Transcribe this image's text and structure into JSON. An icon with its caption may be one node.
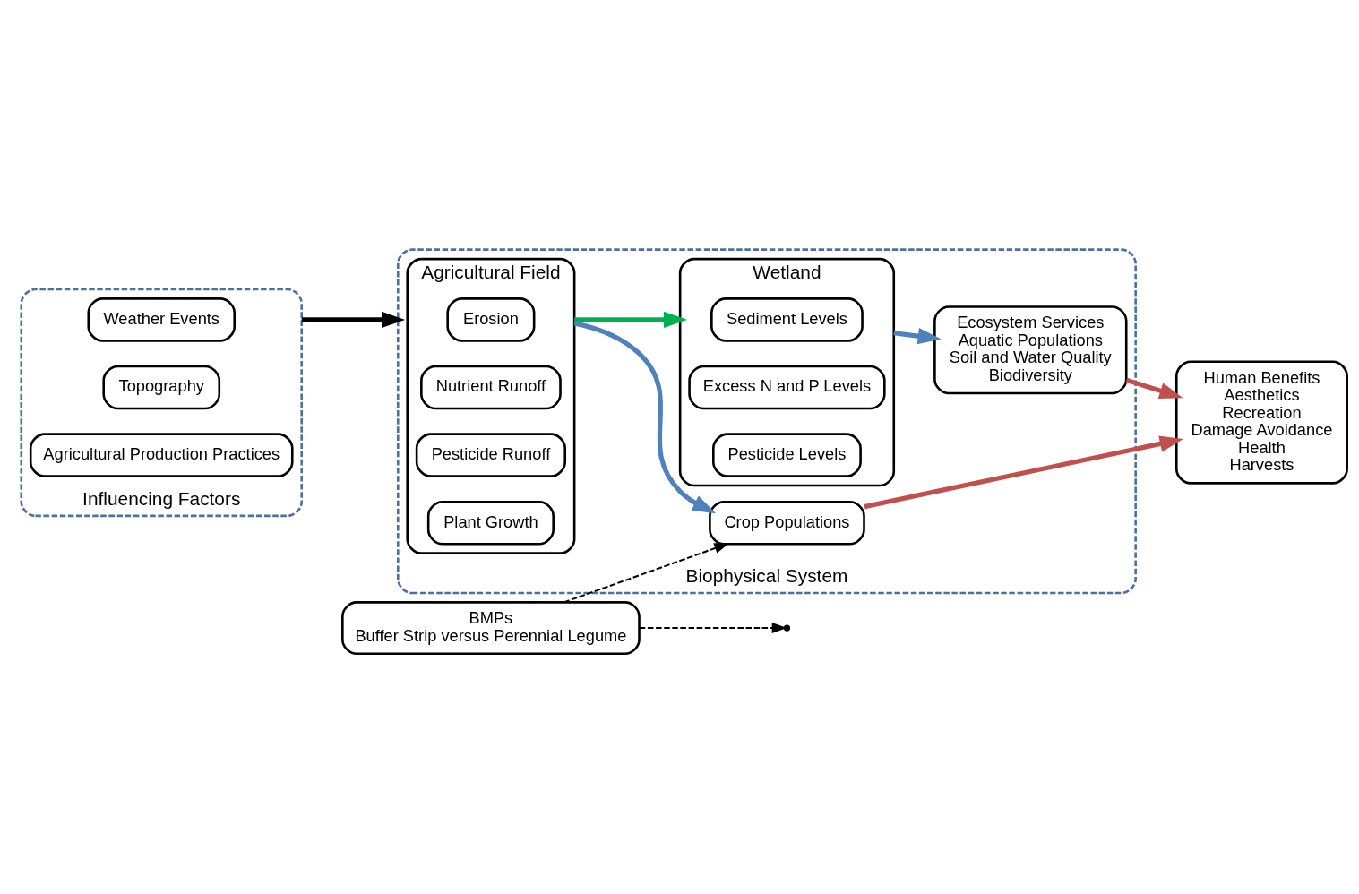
{
  "diagram": {
    "nodes": [
      {
        "text": [
          "Biophysical System"
        ]
      },
      {
        "text": [
          "Agricultural Field"
        ],
        "in": 0
      },
      {
        "text": [
          "Erosion"
        ],
        "in": 1
      },
      {
        "text": [
          "Nutrient Runoff"
        ],
        "in": 1
      },
      {
        "text": [
          "Pesticide Runoff"
        ],
        "in": 1
      },
      {
        "text": [
          "Plant Growth"
        ],
        "in": 1
      },
      {
        "text": [
          "Wetland"
        ],
        "in": 0
      },
      {
        "text": [
          "Sediment Levels"
        ],
        "in": 6
      },
      {
        "text": [
          "Excess N and P Levels"
        ],
        "in": 6
      },
      {
        "text": [
          "Pesticide Levels"
        ],
        "in": 6
      },
      {
        "text": [
          "Ecosystem Services",
          "Aquatic Populations",
          "Soil and Water Quality",
          "Biodiversity"
        ],
        "in": 0
      },
      {
        "text": [
          "Crop Populations"
        ],
        "in": 0
      },
      {
        "text": [
          "Human Benefits",
          "Aesthetics",
          "Recreation",
          "Damage Avoidance",
          "Health",
          "Harvests"
        ]
      },
      {
        "text": [
          "Influencing Factors"
        ]
      },
      {
        "text": [
          "Weather Events"
        ],
        "in": 13
      },
      {
        "text": [
          "Topography"
        ],
        "in": 13
      },
      {
        "text": [
          "Agricultural Production Practices"
        ],
        "in": 13
      },
      {
        "text": [
          "BMPs",
          "Buffer Strip versus Perennial Legume"
        ]
      }
    ],
    "edges": [
      {
        "from": 1,
        "to": 6,
        "arrow": "to",
        "color": "#00b050"
      },
      {
        "from": 6,
        "to": 10,
        "arrow": "to",
        "color": "#4f81bd"
      },
      {
        "from": 10,
        "to": 12,
        "arrow": "to",
        "color": "#c0504d"
      },
      {
        "from": 1,
        "to": 11,
        "arrow": "to",
        "color": "#4f81bd"
      },
      {
        "from": 11,
        "to": 12,
        "arrow": "to",
        "color": "#c0504d"
      },
      {
        "from": 13,
        "to": 0,
        "arrow": "to"
      },
      {
        "from": 17,
        "to": null,
        "arrow": "to",
        "style": "dashed"
      },
      {
        "from": 17,
        "to": 11,
        "arrow": "to",
        "style": "dashed"
      }
    ]
  }
}
